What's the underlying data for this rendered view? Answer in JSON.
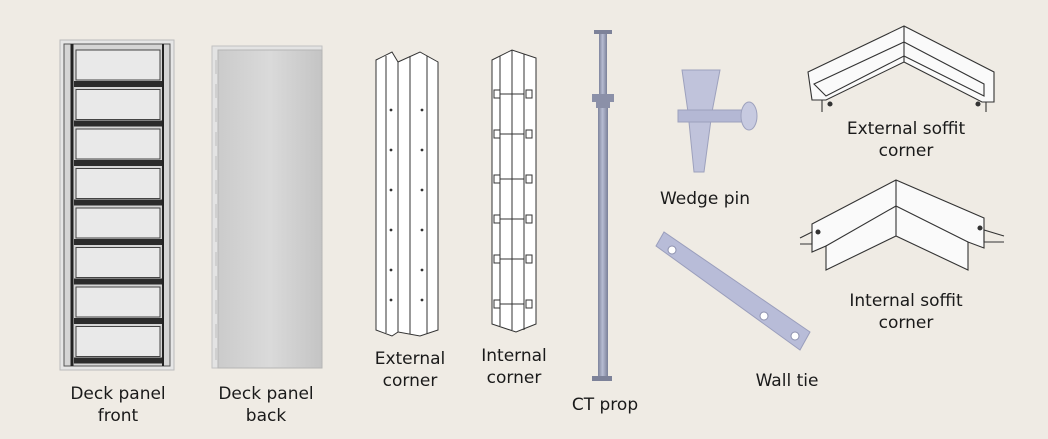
{
  "labels": {
    "deck_panel_front": [
      "Deck panel",
      "front"
    ],
    "deck_panel_back": [
      "Deck panel",
      "back"
    ],
    "external_corner": [
      "External",
      "corner"
    ],
    "internal_corner": [
      "Internal",
      "corner"
    ],
    "ct_prop": "CT prop",
    "wedge_pin": "Wedge pin",
    "wall_tie": "Wall tie",
    "external_soffit_corner": [
      "External soffit",
      "corner"
    ],
    "internal_soffit_corner": [
      "Internal soffit",
      "corner"
    ]
  },
  "colors": {
    "background": "#efebe4",
    "panel_back": "#d6d6d6",
    "steel_prop": "#9aa0b8",
    "pin_and_tie": "#b9bdd8",
    "line_art": "#333333"
  }
}
